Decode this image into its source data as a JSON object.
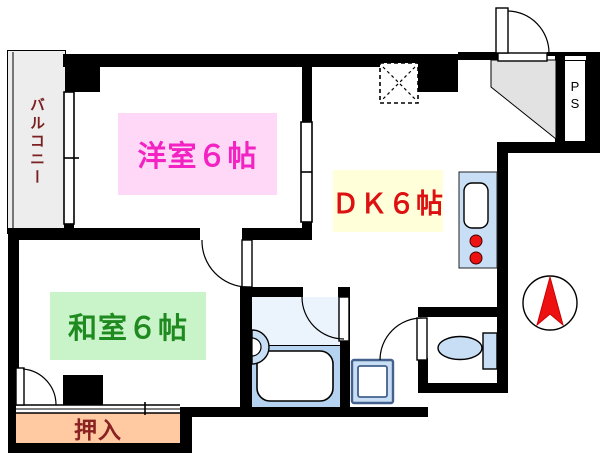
{
  "floorplan": {
    "type": "apartment-floor-plan",
    "rooms": [
      {
        "id": "western-room",
        "label": "洋室６帖",
        "text_color": "#f322c2",
        "bg_color": "#ffd8f7"
      },
      {
        "id": "dining-kitchen",
        "label": "ＤＫ６帖",
        "text_color": "#dd1111",
        "bg_color": "#ffffd9"
      },
      {
        "id": "japanese-room",
        "label": "和室６帖",
        "text_color": "#1f8a1f",
        "bg_color": "#c9f4c9"
      },
      {
        "id": "closet",
        "label": "押入",
        "text_color": "#8b2222",
        "bg_color": "#ffc9a2"
      },
      {
        "id": "balcony",
        "label": "バルコニー",
        "text_color": "#7b2020",
        "bg_color": "#ededed"
      },
      {
        "id": "pipe-space",
        "label": "PS",
        "text_color": "#000000",
        "bg_color": "#ffffff"
      }
    ],
    "fixtures": [
      {
        "name": "entrance-door"
      },
      {
        "name": "genkan-step"
      },
      {
        "name": "kitchen-counter"
      },
      {
        "name": "kitchen-sink"
      },
      {
        "name": "stove-burners"
      },
      {
        "name": "upper-cabinet-dashed"
      },
      {
        "name": "bathtub"
      },
      {
        "name": "wash-basin"
      },
      {
        "name": "washing-machine-pan"
      },
      {
        "name": "toilet"
      },
      {
        "name": "compass-north-arrow"
      }
    ],
    "colors": {
      "wall": "#000000",
      "fixture_blue": "#c8def5",
      "bath_floor": "#b5d3f0",
      "washroom_floor": "#ebf3fc",
      "accent_red": "#ee1111",
      "genkan_gray": "#e2e2e2"
    }
  }
}
